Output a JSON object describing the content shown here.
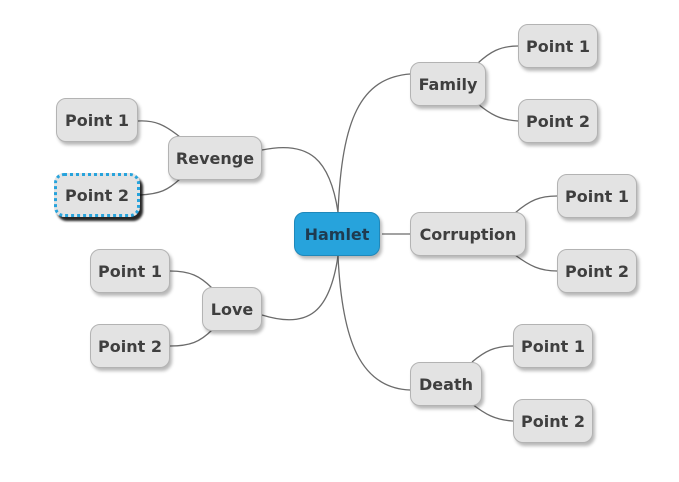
{
  "mindmap": {
    "central": "Hamlet",
    "topics": {
      "revenge": {
        "label": "Revenge",
        "point1": "Point 1",
        "point2": "Point 2"
      },
      "love": {
        "label": "Love",
        "point1": "Point 1",
        "point2": "Point 2"
      },
      "family": {
        "label": "Family",
        "point1": "Point 1",
        "point2": "Point 2"
      },
      "corruption": {
        "label": "Corruption",
        "point1": "Point 1",
        "point2": "Point 2"
      },
      "death": {
        "label": "Death",
        "point1": "Point 1",
        "point2": "Point 2"
      }
    }
  },
  "colors": {
    "central_fill": "#27a3dc",
    "node_fill": "#e3e3e3",
    "line": "#6b6b6b",
    "selection": "#27a3dc"
  }
}
